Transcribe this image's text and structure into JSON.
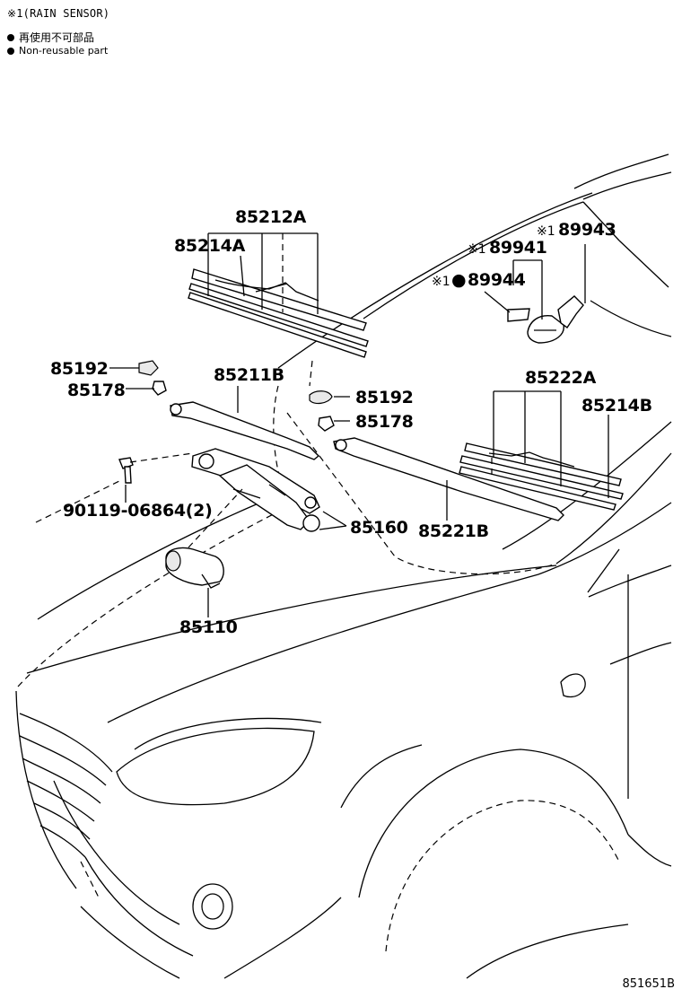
{
  "legend": {
    "rain_sensor_note": "※1(RAIN SENSOR)",
    "non_reusable_jp": "再使用不可部品",
    "non_reusable_en": "Non-reusable part"
  },
  "parts": {
    "p85212A": "85212A",
    "p85214A": "85214A",
    "p89943": "89943",
    "p89941": "89941",
    "p89944": "89944",
    "p85192_left": "85192",
    "p85178_left": "85178",
    "p85211B": "85211B",
    "p85192_right": "85192",
    "p85178_right": "85178",
    "p85222A": "85222A",
    "p85214B": "85214B",
    "p90119": "90119-06864(2)",
    "p85160": "85160",
    "p85221B": "85221B",
    "p85110": "85110"
  },
  "marks": {
    "rain_sensor_mark": "※1",
    "non_reusable_dot": "●"
  },
  "diagram_ref": "851651B"
}
